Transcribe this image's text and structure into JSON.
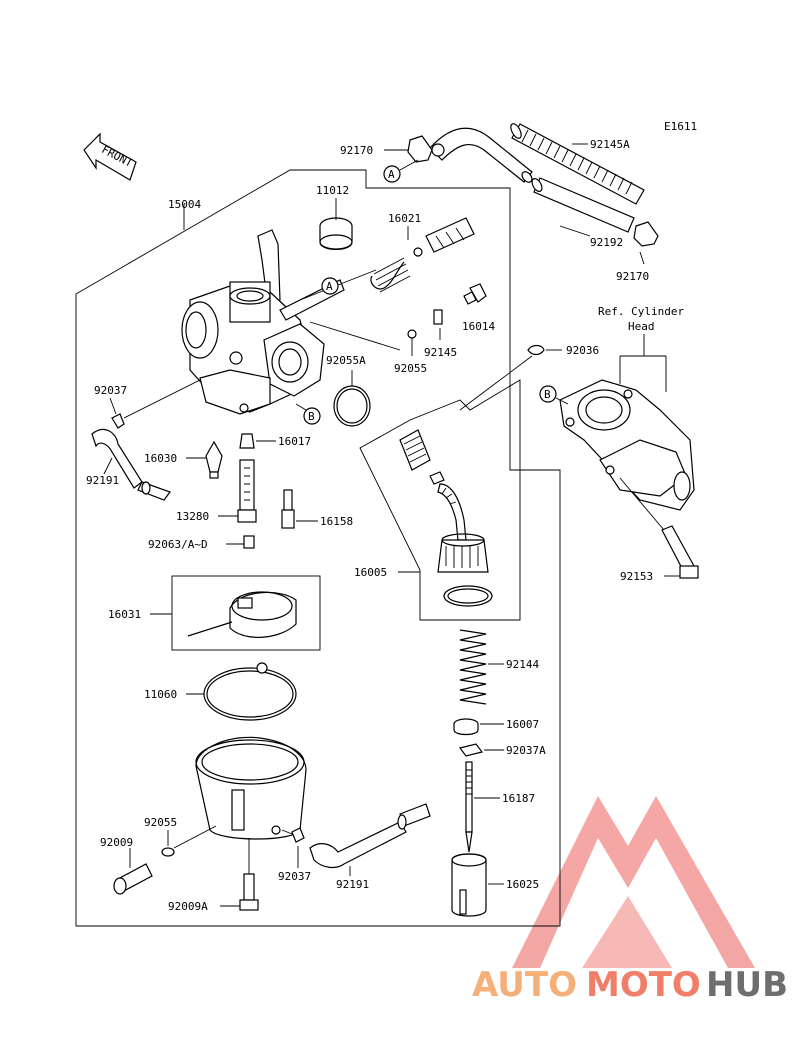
{
  "diagram_code": "E1611",
  "front_label": "FRONT",
  "ref_label_line1": "Ref. Cylinder",
  "ref_label_line2": "Head",
  "callout_a": "A",
  "callout_b": "B",
  "parts": {
    "p92170_top": "92170",
    "p92145A": "92145A",
    "p92192": "92192",
    "p92170_bottom": "92170",
    "p15004": "15004",
    "p11012": "11012",
    "p16021": "16021",
    "p16014": "16014",
    "p92145": "92145",
    "p92055A": "92055A",
    "p92055_top": "92055",
    "p92036": "92036",
    "p92037_top": "92037",
    "p16017": "16017",
    "p16030": "16030",
    "p92191_top": "92191",
    "p13280": "13280",
    "p16158": "16158",
    "p92063": "92063/A~D",
    "p16005": "16005",
    "p92153": "92153",
    "p16031": "16031",
    "p11060": "11060",
    "p92144": "92144",
    "p16007": "16007",
    "p92037A": "92037A",
    "p16187": "16187",
    "p92055_bottom": "92055",
    "p92009": "92009",
    "p92037_bottom": "92037",
    "p92191_bottom": "92191",
    "p16025": "16025",
    "p92009A": "92009A"
  },
  "watermark": {
    "part1": "AUTO",
    "part2": "MOTO",
    "part3": "HUB",
    "color_light": "#f5b07a",
    "color_mid": "#f07f6a",
    "color_dark": "#6e6e6e",
    "logo_color": "#f08a86"
  }
}
